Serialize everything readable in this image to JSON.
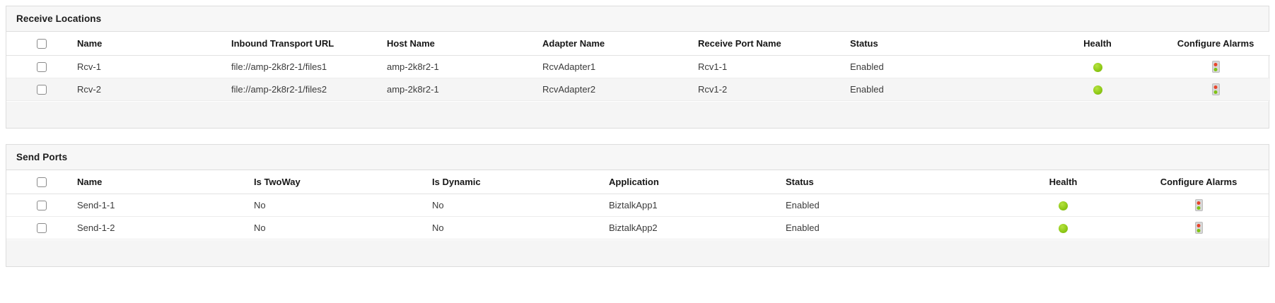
{
  "colors": {
    "page_background": "#ffffff",
    "panel_border": "#dddddd",
    "title_bar_background": "#f7f7f7",
    "row_alt_background": "#f5f5f5",
    "footer_background": "#f5f5f5",
    "header_text": "#171717",
    "cell_text": "#3b3b3b",
    "health_green": "#8CC714",
    "alarm_red": "#e8452c",
    "alarm_green": "#7fc313"
  },
  "panels": [
    {
      "id": "receive-locations",
      "title": "Receive Locations",
      "columns": [
        {
          "key": "select",
          "label": "",
          "align": "left",
          "icon": "checkbox"
        },
        {
          "key": "name",
          "label": "Name",
          "align": "left"
        },
        {
          "key": "url",
          "label": "Inbound Transport URL",
          "align": "left"
        },
        {
          "key": "host",
          "label": "Host Name",
          "align": "left"
        },
        {
          "key": "adapter",
          "label": "Adapter Name",
          "align": "left"
        },
        {
          "key": "port",
          "label": "Receive Port Name",
          "align": "left"
        },
        {
          "key": "status",
          "label": "Status",
          "align": "left"
        },
        {
          "key": "health",
          "label": "Health",
          "align": "center"
        },
        {
          "key": "alarms",
          "label": "Configure Alarms",
          "align": "center"
        }
      ],
      "rows": [
        {
          "selected": false,
          "name": "Rcv-1",
          "url": "file://amp-2k8r2-1/files1",
          "host": "amp-2k8r2-1",
          "adapter": "RcvAdapter1",
          "port": "Rcv1-1",
          "status": "Enabled",
          "health": "healthy",
          "alarms": "traffic-light-icon"
        },
        {
          "selected": false,
          "name": "Rcv-2",
          "url": "file://amp-2k8r2-1/files2",
          "host": "amp-2k8r2-1",
          "adapter": "RcvAdapter2",
          "port": "Rcv1-2",
          "status": "Enabled",
          "health": "healthy",
          "alarms": "traffic-light-icon"
        }
      ]
    },
    {
      "id": "send-ports",
      "title": "Send Ports",
      "columns": [
        {
          "key": "select",
          "label": "",
          "align": "left",
          "icon": "checkbox"
        },
        {
          "key": "name",
          "label": "Name",
          "align": "left"
        },
        {
          "key": "twoway",
          "label": "Is TwoWay",
          "align": "left"
        },
        {
          "key": "dynamic",
          "label": "Is Dynamic",
          "align": "left"
        },
        {
          "key": "app",
          "label": "Application",
          "align": "left"
        },
        {
          "key": "status",
          "label": "Status",
          "align": "left"
        },
        {
          "key": "health",
          "label": "Health",
          "align": "center"
        },
        {
          "key": "alarms",
          "label": "Configure Alarms",
          "align": "center"
        }
      ],
      "rows": [
        {
          "selected": false,
          "name": "Send-1-1",
          "twoway": "No",
          "dynamic": "No",
          "app": "BiztalkApp1",
          "status": "Enabled",
          "health": "healthy",
          "alarms": "traffic-light-icon"
        },
        {
          "selected": false,
          "name": "Send-1-2",
          "twoway": "No",
          "dynamic": "No",
          "app": "BiztalkApp2",
          "status": "Enabled",
          "health": "healthy",
          "alarms": "traffic-light-icon"
        }
      ]
    }
  ]
}
